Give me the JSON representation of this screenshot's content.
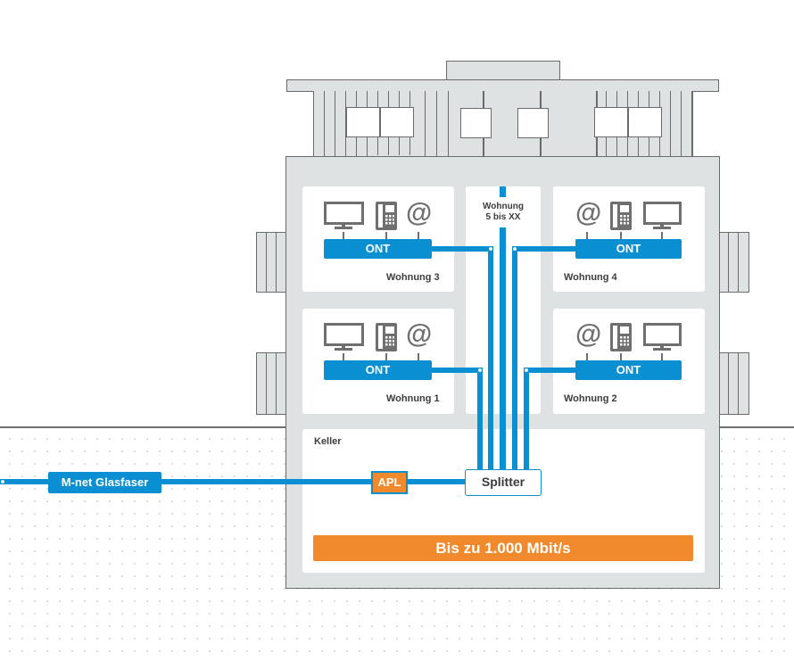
{
  "diagram": {
    "title": "M-net Glasfaser FTTH Hausverkabelung",
    "colors": {
      "fiber": "#0b8fd3",
      "accent": "#f08a2c",
      "building": "#dfe2e3",
      "outline": "#6b6b6b",
      "icon": "#6f6f6f"
    },
    "incoming": {
      "label": "M-net Glasfaser"
    },
    "apl": {
      "label": "APL"
    },
    "splitter": {
      "label": "Splitter"
    },
    "speed": {
      "label": "Bis zu 1.000 Mbit/s"
    },
    "basement": {
      "label": "Keller"
    },
    "riser": {
      "label_line1": "Wohnung",
      "label_line2": "5 bis XX"
    },
    "apartments": [
      {
        "name": "Wohnung 3",
        "device": "ONT",
        "icons": [
          "monitor-icon",
          "phone-icon",
          "at-icon"
        ]
      },
      {
        "name": "Wohnung 4",
        "device": "ONT",
        "icons": [
          "at-icon",
          "phone-icon",
          "monitor-icon"
        ]
      },
      {
        "name": "Wohnung 1",
        "device": "ONT",
        "icons": [
          "monitor-icon",
          "phone-icon",
          "at-icon"
        ]
      },
      {
        "name": "Wohnung 2",
        "device": "ONT",
        "icons": [
          "at-icon",
          "phone-icon",
          "monitor-icon"
        ]
      }
    ],
    "at_glyph": "@"
  }
}
